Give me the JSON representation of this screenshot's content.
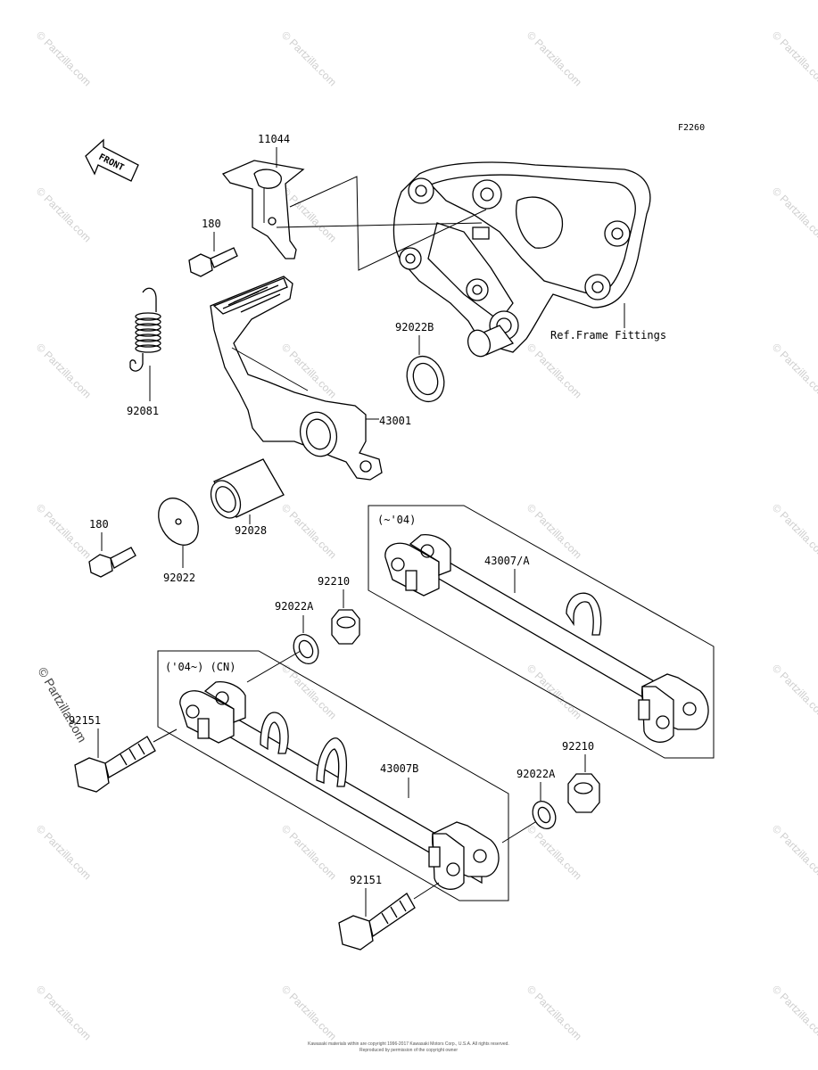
{
  "figure_code": "F2260",
  "front_label": "FRONT",
  "ref_label": "Ref.Frame Fittings",
  "variant_top": "(~'04)",
  "variant_bottom": "('04~)  (CN)",
  "callouts": {
    "c11044": "11044",
    "c180a": "180",
    "c92081": "92081",
    "c92022b": "92022B",
    "c43001": "43001",
    "c92028": "92028",
    "c180b": "180",
    "c92022": "92022",
    "c92210a": "92210",
    "c92022a_a": "92022A",
    "c43007a": "43007/A",
    "c92151a": "92151",
    "c43007b": "43007B",
    "c92210b": "92210",
    "c92022a_b": "92022A",
    "c92151b": "92151"
  },
  "watermark": "© Partzilla.com",
  "footer_line1": "Kawasaki materials within are copyright 1996-2017 Kawasaki Motors Corp., U.S.A. All rights reserved.",
  "footer_line2": "Reproduced by permission of the copyright owner"
}
